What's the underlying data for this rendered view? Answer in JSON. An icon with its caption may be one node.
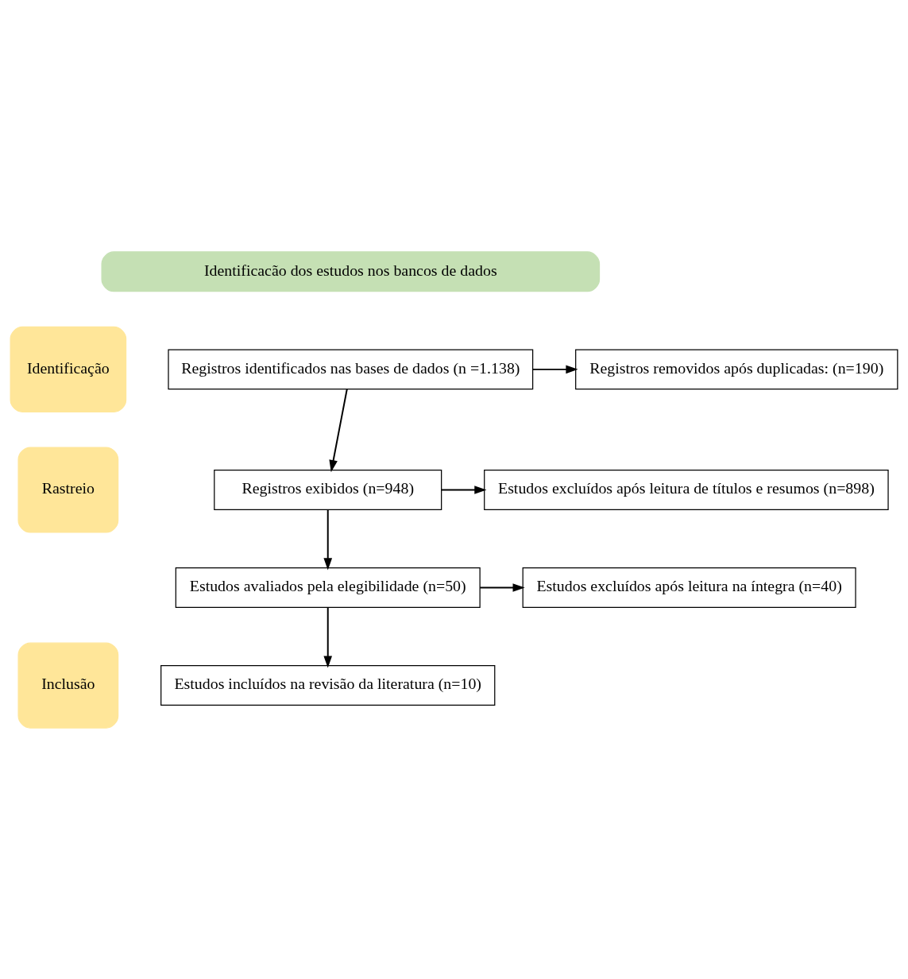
{
  "diagram": {
    "nodes": [
      {
        "text": [
          "Identificacão dos estudos nos bancos de dados"
        ]
      },
      {
        "text": [
          "Identificação"
        ]
      },
      {
        "text": [
          "Rastreio"
        ]
      },
      {
        "text": [
          "Inclusão"
        ]
      },
      {
        "text": [
          "Registros identificados nas bases de dados (n =1.138)"
        ]
      },
      {
        "text": [
          "Registros removidos após duplicadas: (n=190)"
        ]
      },
      {
        "text": [
          "Registros exibidos (n=948)"
        ]
      },
      {
        "text": [
          "Estudos excluídos após leitura de títulos e resumos (n=898)"
        ]
      },
      {
        "text": [
          "Estudos avaliados pela elegibilidade (n=50)"
        ]
      },
      {
        "text": [
          "Estudos excluídos após leitura na íntegra (n=40)"
        ]
      },
      {
        "text": [
          "Estudos incluídos na revisão da literatura (n=10)"
        ]
      }
    ],
    "edges": [
      {
        "from": 4,
        "to": 5,
        "arrow": "to"
      },
      {
        "from": 4,
        "to": 6,
        "arrow": "to"
      },
      {
        "from": 6,
        "to": 7,
        "arrow": "to"
      },
      {
        "from": 6,
        "to": 8,
        "arrow": "to"
      },
      {
        "from": 8,
        "to": 9,
        "arrow": "to"
      },
      {
        "from": 8,
        "to": 10,
        "arrow": "to"
      }
    ]
  }
}
